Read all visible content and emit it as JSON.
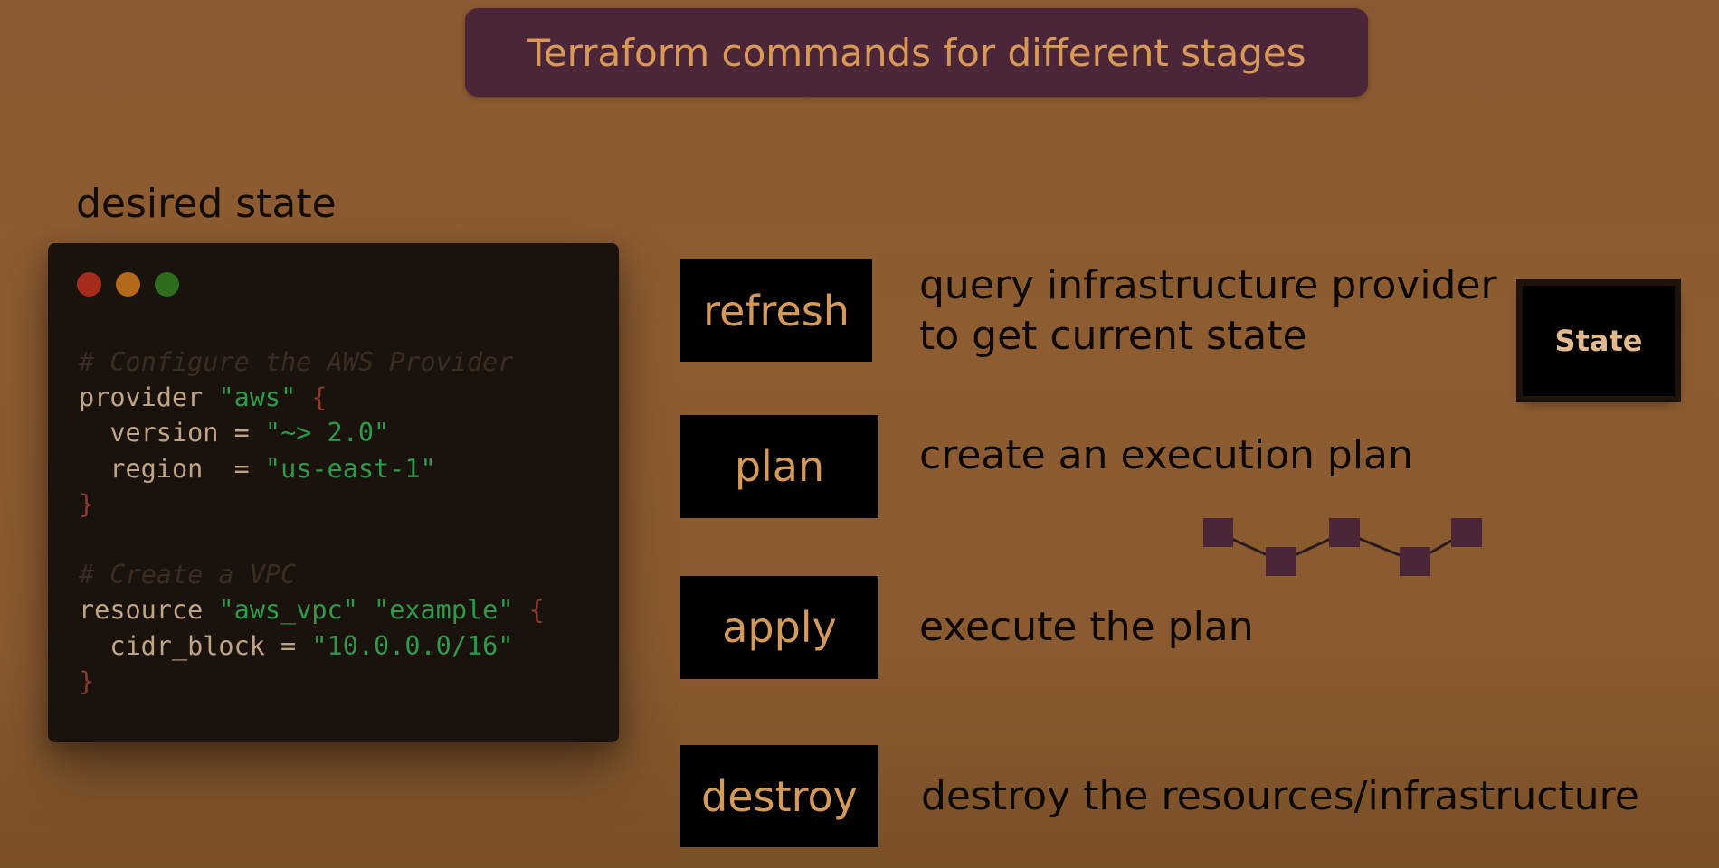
{
  "title": "Terraform commands for different stages",
  "desired_label": "desired state",
  "code_window": {
    "lines": [
      [
        {
          "t": "# Configure the AWS Provider",
          "c": "comment"
        }
      ],
      [
        {
          "t": "provider ",
          "c": "plain"
        },
        {
          "t": "\"aws\"",
          "c": "str"
        },
        {
          "t": " {",
          "c": "brace"
        }
      ],
      [
        {
          "t": "  version = ",
          "c": "plain"
        },
        {
          "t": "\"~> 2.0\"",
          "c": "str"
        }
      ],
      [
        {
          "t": "  region  = ",
          "c": "plain"
        },
        {
          "t": "\"us-east-1\"",
          "c": "str"
        }
      ],
      [
        {
          "t": "}",
          "c": "brace"
        }
      ],
      [
        {
          "t": "",
          "c": "plain"
        }
      ],
      [
        {
          "t": "# Create a VPC",
          "c": "comment"
        }
      ],
      [
        {
          "t": "resource ",
          "c": "plain"
        },
        {
          "t": "\"aws_vpc\"",
          "c": "str"
        },
        {
          "t": " ",
          "c": "plain"
        },
        {
          "t": "\"example\"",
          "c": "str"
        },
        {
          "t": " {",
          "c": "brace"
        }
      ],
      [
        {
          "t": "  cidr_block = ",
          "c": "plain"
        },
        {
          "t": "\"10.0.0.0/16\"",
          "c": "str"
        }
      ],
      [
        {
          "t": "}",
          "c": "brace"
        }
      ]
    ]
  },
  "commands": {
    "refresh": {
      "label": "refresh",
      "desc": [
        "query infrastructure provider",
        "to get current state"
      ]
    },
    "plan": {
      "label": "plan",
      "desc": [
        "create an execution plan"
      ]
    },
    "apply": {
      "label": "apply",
      "desc": [
        "execute the plan"
      ]
    },
    "destroy": {
      "label": "destroy",
      "desc": [
        "destroy the resources/infrastructure"
      ]
    }
  },
  "state_label": "State",
  "colors": {
    "background": "#8a5a32",
    "title_bg": "#4a2638",
    "title_text": "#d99a58",
    "command_bg": "#000000",
    "command_text": "#d59a5a",
    "code_bg": "#1a120c",
    "code_string": "#2f9a49",
    "graph_node": "#4a2638"
  }
}
